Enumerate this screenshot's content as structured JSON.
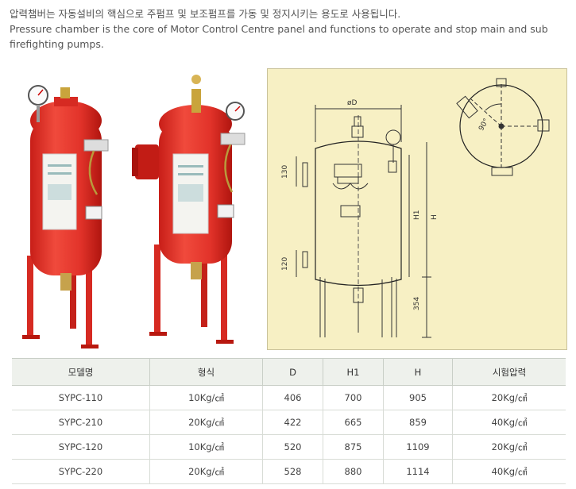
{
  "intro": {
    "korean": "압력챔버는 자동설비의 핵심으로 주펌프 및 보조펌프를 가동 및 정지시키는 용도로 사용됩니다.",
    "english": "Pressure chamber is the core of Motor Control Centre panel and functions to operate and stop main and sub firefighting pumps."
  },
  "drawing": {
    "dim_d": "øD",
    "dim_130": "130",
    "dim_120": "120",
    "dim_h1": "H1",
    "dim_h": "H",
    "dim_354": "354",
    "dim_90": "90°"
  },
  "colors": {
    "tank_red": "#e2332a",
    "drawing_bg": "#f7f0c4",
    "header_bg": "#eef1ec"
  },
  "table": {
    "headers": [
      "모델명",
      "형식",
      "D",
      "H1",
      "H",
      "시험압력"
    ],
    "rows": [
      [
        "SYPC-110",
        "10Kg/㎠",
        "406",
        "700",
        "905",
        "20Kg/㎠"
      ],
      [
        "SYPC-210",
        "20Kg/㎠",
        "422",
        "665",
        "859",
        "40Kg/㎠"
      ],
      [
        "SYPC-120",
        "10Kg/㎠",
        "520",
        "875",
        "1109",
        "20Kg/㎠"
      ],
      [
        "SYPC-220",
        "20Kg/㎠",
        "528",
        "880",
        "1114",
        "40Kg/㎠"
      ]
    ]
  }
}
